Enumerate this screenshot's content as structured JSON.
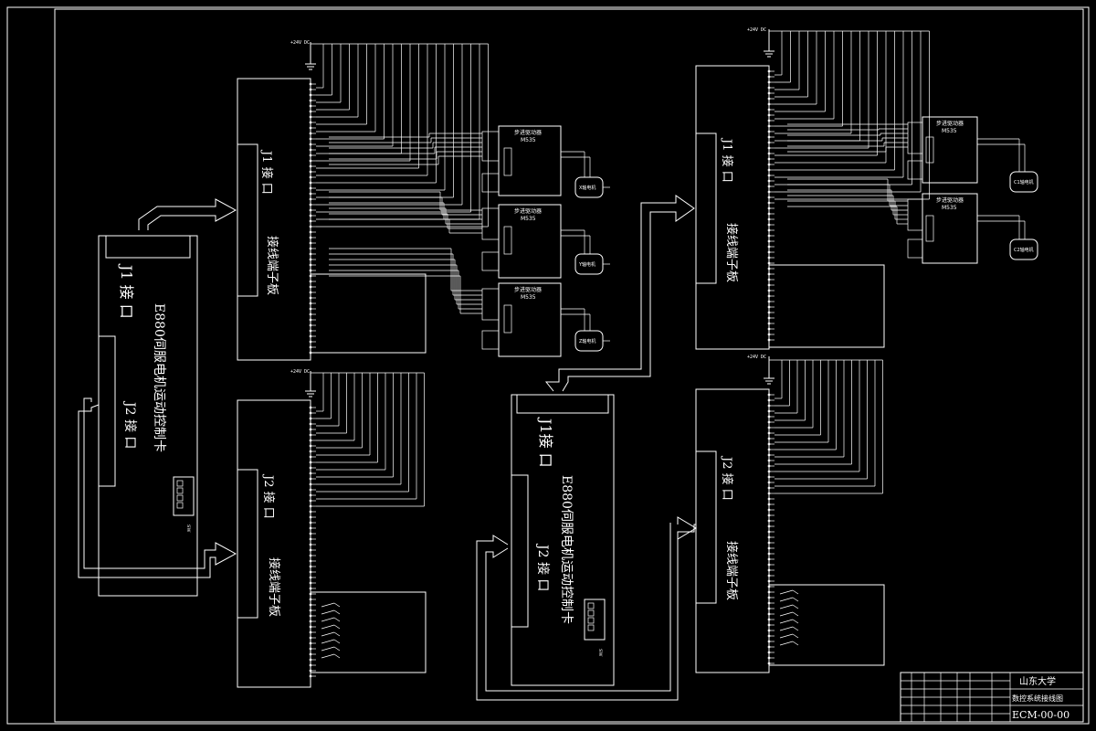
{
  "labels": {
    "j1_port": "J1 接 口",
    "j1_port_short": "J1接  口",
    "j2_port": "J2 接 口",
    "j2_port_short": "J2  接  口",
    "terminal_board": "接线端子板",
    "control_card": "E880伺服电机运动控制卡",
    "driver_title": "步进驱动器",
    "driver_model": "M535",
    "vdc": "+24V DC",
    "sw": "SW",
    "x_motor": "X轴电机",
    "y_motor": "Y轴电机",
    "z_motor": "Z轴电机",
    "c_motor": "C1轴电机",
    "c2_motor": "C2轴电机"
  },
  "title_block": {
    "university": "山东大学",
    "drawing_title": "数控系统接线图",
    "drawing_number": "ECM-00-00"
  }
}
